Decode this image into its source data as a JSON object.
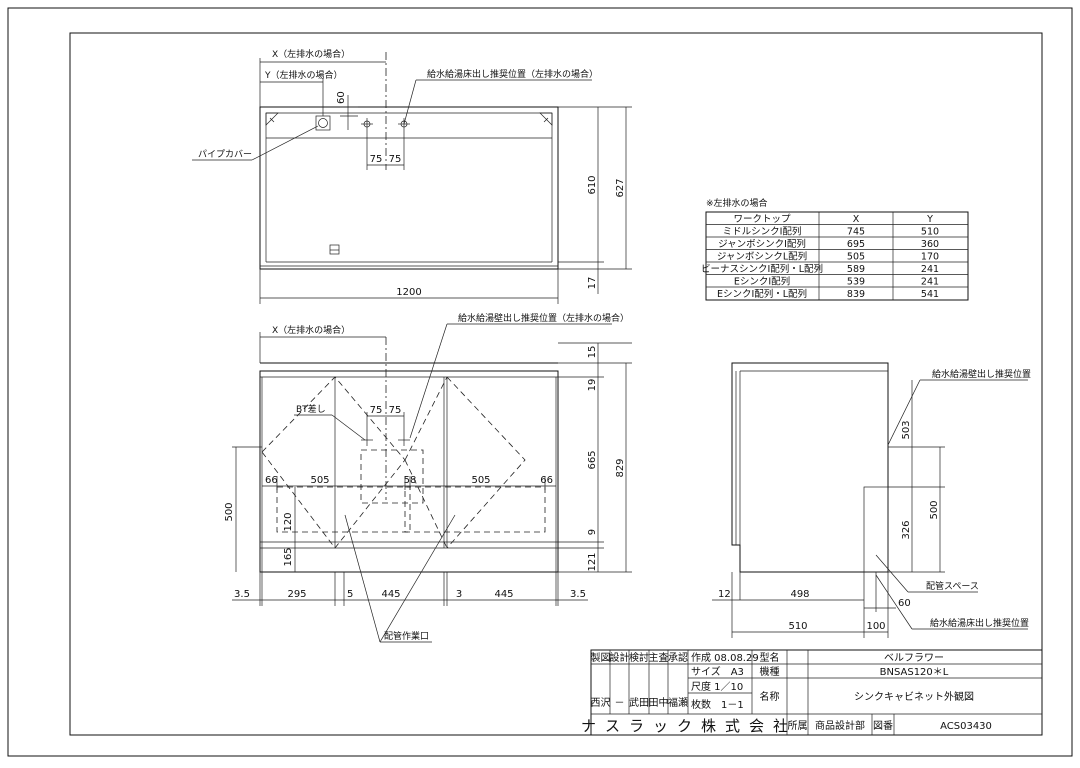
{
  "top_view": {
    "dim_x": "X（左排水の場合）",
    "dim_y": "Y（左排水の場合）",
    "supply_note": "給水給湯床出し推奨位置（左排水の場合）",
    "pipe_cover": "パイプカバー",
    "d60": "60",
    "d75a": "75",
    "d75b": "75",
    "d610": "610",
    "d627": "627",
    "d17": "17",
    "d1200": "1200"
  },
  "front_view": {
    "dim_x": "X（左排水の場合）",
    "supply_note": "給水給湯壁出し推奨位置（左排水の場合）",
    "bt": "BT差し",
    "work_note": "配管作業口",
    "d75a": "75",
    "d75b": "75",
    "d66a": "66",
    "d505a": "505",
    "d58": "58",
    "d505b": "505",
    "d66b": "66",
    "d120": "120",
    "d165": "165",
    "d500": "500",
    "d15": "15",
    "d19": "19",
    "d665": "665",
    "d829": "829",
    "d9": "9",
    "d121": "121",
    "b35a": "3.5",
    "b295": "295",
    "b5": "5",
    "b445a": "445",
    "b3": "3",
    "b445b": "445",
    "b35b": "3.5"
  },
  "side_view": {
    "supply_note": "給水給湯壁出し推奨位置",
    "space_note": "配管スペース",
    "floor_note": "給水給湯床出し推奨位置",
    "d503": "503",
    "d326": "326",
    "d500": "500",
    "d12": "12",
    "d498": "498",
    "d60": "60",
    "d510": "510",
    "d100": "100"
  },
  "table": {
    "title": "※左排水の場合",
    "headers": [
      "ワークトップ",
      "X",
      "Y"
    ],
    "rows": [
      [
        "ミドルシンクⅠ配列",
        "745",
        "510"
      ],
      [
        "ジャンボシンクⅠ配列",
        "695",
        "360"
      ],
      [
        "ジャンボシンクL配列",
        "505",
        "170"
      ],
      [
        "ビーナスシンクⅠ配列・L配列",
        "589",
        "241"
      ],
      [
        "EシンクⅠ配列",
        "539",
        "241"
      ],
      [
        "EシンクⅠ配列・L配列",
        "839",
        "541"
      ]
    ]
  },
  "title_block": {
    "h_seizu": "製図",
    "h_sekkei": "設計",
    "h_kento": "検討",
    "h_shusa": "主査",
    "h_shonin": "承認",
    "n_seizu": "西沢",
    "n_sekkei": "－",
    "n_kento": "武田",
    "n_shusa": "田中",
    "n_shonin": "福瀬",
    "date": "作成 08.08.29",
    "size": "サイズ　A3",
    "scale": "尺度 1／10",
    "sheets": "枚数　1－1",
    "lbl_katamei": "型名",
    "val_katamei": "ベルフラワー",
    "lbl_kishu": "機種",
    "val_kishu": "BNSAS120＊L",
    "lbl_meisho": "名称",
    "val_meisho": "シンクキャビネット外観図",
    "company": "ナスラック株式会社",
    "lbl_shozoku": "所属",
    "val_shozoku": "商品設計部",
    "lbl_zuban": "図番",
    "val_zuban": "ACS03430"
  }
}
